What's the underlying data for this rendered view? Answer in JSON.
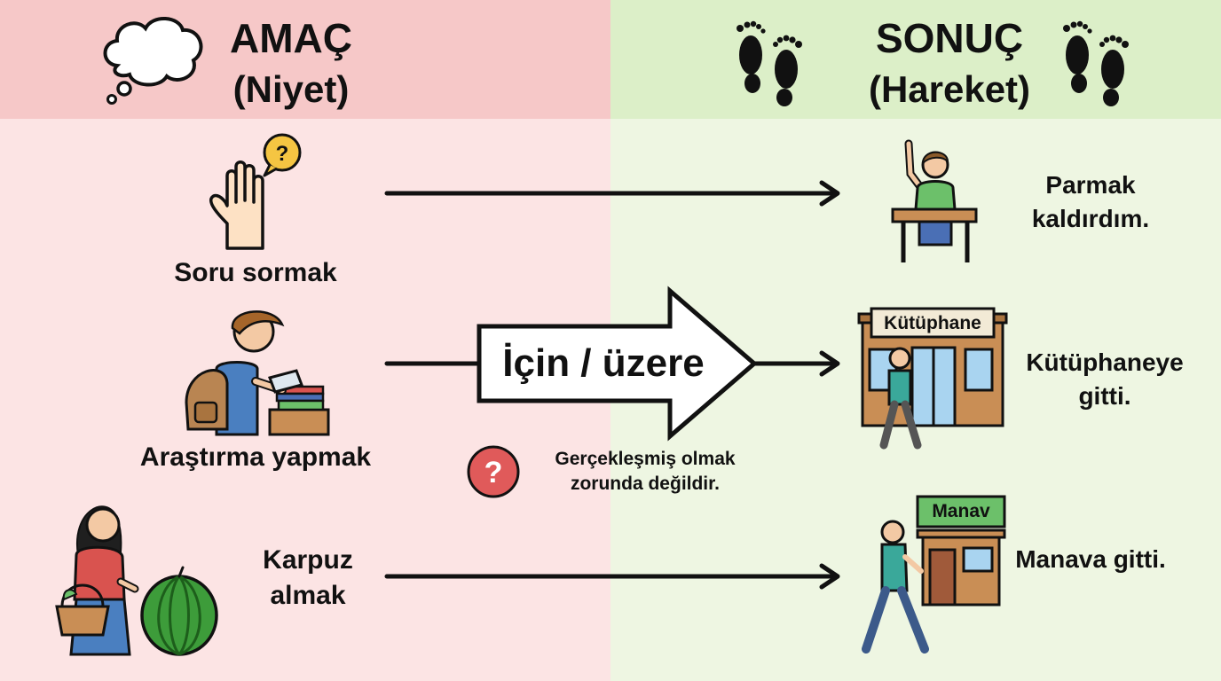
{
  "header": {
    "left_title": "AMAÇ",
    "left_subtitle": "(Niyet)",
    "right_title": "SONUÇ",
    "right_subtitle": "(Hareket)"
  },
  "connector": {
    "label": "İçin / üzere",
    "note": "Gerçekleşmiş olmak zorunda değildir."
  },
  "rows": [
    {
      "purpose": "Soru sormak",
      "result": "Parmak kaldırdım."
    },
    {
      "purpose": "Araştırma yapmak",
      "result": "Kütüphaneye gitti.",
      "sign": "Kütüphane"
    },
    {
      "purpose": "Karpuz almak",
      "result": "Manava gitti.",
      "sign": "Manav"
    }
  ],
  "icons": {
    "thought_bubble": "thought-bubble-icon",
    "footprints": "footprints-icon",
    "raised_hand": "raised-hand-icon",
    "question": "question-mark-icon"
  },
  "colors": {
    "left_bg": "#fce4e4",
    "left_header": "#f6c8c8",
    "right_bg": "#eef6e2",
    "right_header": "#dcefc8",
    "question_badge": "#e05a5a"
  }
}
